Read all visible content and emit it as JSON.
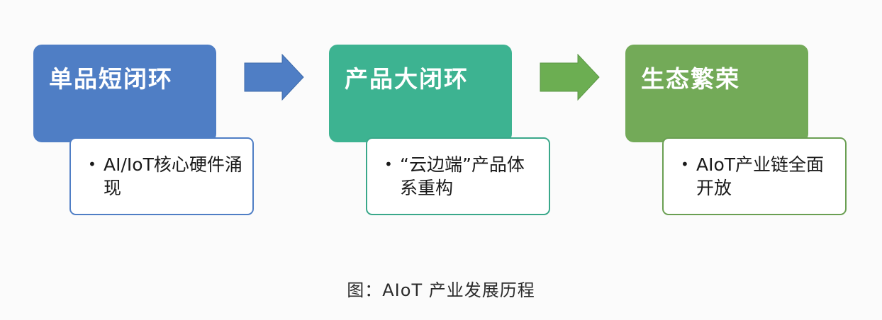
{
  "stages": [
    {
      "title": "单品短闭环",
      "description": "AI/IoT核心硬件涌现",
      "color": "#4f7ec5",
      "border": "#4f7ec5"
    },
    {
      "title": "产品大闭环",
      "description": "“云边端”产品体系重构",
      "color": "#3db391",
      "border": "#3aa88a"
    },
    {
      "title": "生态繁荣",
      "description": "AIoT产业链全面开放",
      "color": "#73aa58",
      "border": "#6a9f52"
    }
  ],
  "arrows": [
    {
      "color": "#4f7ec5"
    },
    {
      "color": "#6cae52"
    }
  ],
  "bullet": "•",
  "caption": "图：AIoT 产业发展历程"
}
